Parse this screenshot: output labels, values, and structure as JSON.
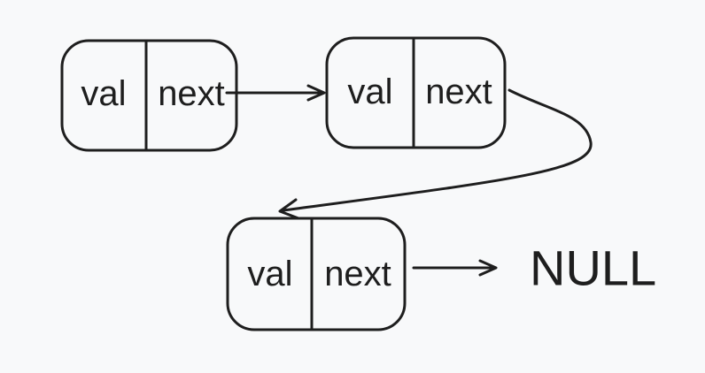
{
  "colors": {
    "background": "#f8f9fa",
    "stroke": "#1e1e1e"
  },
  "diagram": {
    "type": "singly-linked-list",
    "nodes": [
      {
        "val": "val",
        "next": "next"
      },
      {
        "val": "val",
        "next": "next"
      },
      {
        "val": "val",
        "next": "next"
      }
    ],
    "terminator": "NULL"
  }
}
